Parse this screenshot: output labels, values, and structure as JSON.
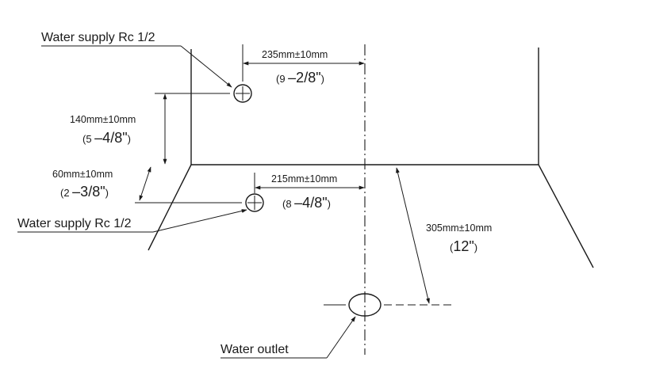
{
  "labels": {
    "water_supply_top": "Water supply Rc 1/2",
    "water_supply_bottom": "Water supply Rc 1/2",
    "water_outlet": "Water outlet"
  },
  "dimensions": {
    "d235": {
      "mm": "235mm±10mm",
      "open": "(9 ",
      "frac": "–2/8\"",
      "close": ")"
    },
    "d140": {
      "mm": "140mm±10mm",
      "open": "(5 ",
      "frac": "–4/8\"",
      "close": ")"
    },
    "d60": {
      "mm": "60mm±10mm",
      "open": "(2 ",
      "frac": "–3/8\"",
      "close": ")"
    },
    "d215": {
      "mm": "215mm±10mm",
      "open": "(8 ",
      "frac": "–4/8\"",
      "close": ")"
    },
    "d305": {
      "mm": "305mm±10mm",
      "open": "(",
      "frac": "12\"",
      "close": ")"
    }
  }
}
